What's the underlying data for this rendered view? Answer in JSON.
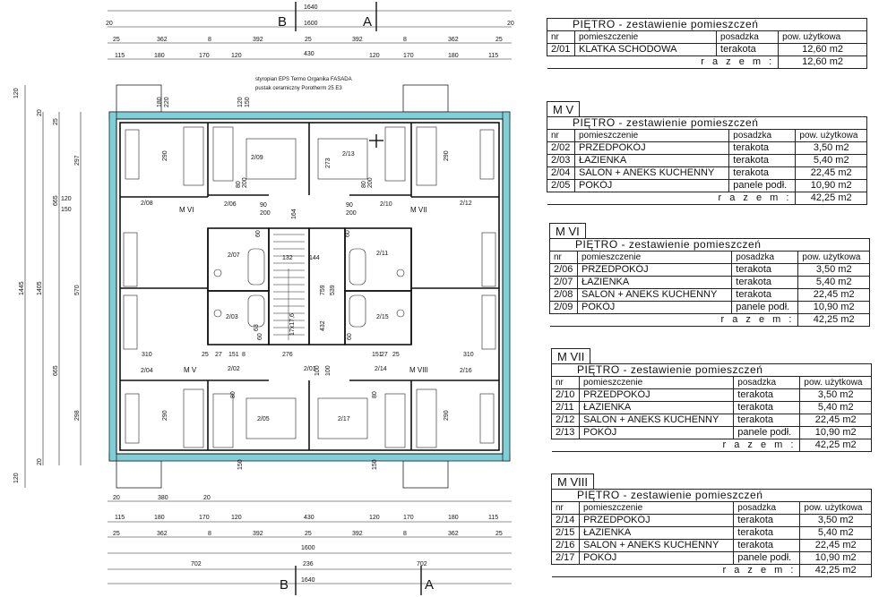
{
  "plan": {
    "section_b": "B",
    "section_a": "A",
    "dims_top": {
      "total_outer": "1640",
      "total_inner": "1600",
      "edge20": "20",
      "row2": [
        "25",
        "362",
        "8",
        "392",
        "25",
        "392",
        "8",
        "362",
        "25"
      ],
      "row3_center": "430",
      "row4": [
        "115",
        "180",
        "170",
        "120",
        "120",
        "170",
        "180",
        "115"
      ]
    },
    "dims_bottom": {
      "row1": [
        "20",
        "380",
        "20"
      ],
      "row2": [
        "115",
        "180",
        "170",
        "120",
        "430",
        "120",
        "170",
        "180",
        "115"
      ],
      "row3": [
        "25",
        "362",
        "8",
        "392",
        "25",
        "392",
        "8",
        "362",
        "25"
      ],
      "total_inner": "1600",
      "row4": [
        "702",
        "236",
        "702"
      ],
      "total_outer": "1640"
    },
    "dims_left": {
      "total_outer": "1445",
      "total_inner": "1405",
      "v120": "120",
      "v20": "20",
      "v25": "25",
      "v297": "297",
      "v665": "665",
      "v120b": "120",
      "v150": "150",
      "v570": "570",
      "v665b": "665",
      "v298": "298",
      "v20b": "20",
      "v120c": "120"
    },
    "notes": [
      "styropian EPS Termo Organika FASADA",
      "pustak ceramiczny Porotherm 25 E3"
    ],
    "stairs_label": "17x17,6",
    "rooms": [
      "2/09",
      "2/13",
      "2/08",
      "2/12",
      "2/06",
      "2/10",
      "2/07",
      "2/11",
      "2/03",
      "2/15",
      "2/04",
      "2/16",
      "2/02",
      "2/01",
      "2/14",
      "2/05",
      "2/17"
    ],
    "apartments": [
      "M VI",
      "M VII",
      "M V",
      "M VIII"
    ],
    "inner_dims": [
      "290",
      "290",
      "273",
      "290",
      "290",
      "164",
      "132",
      "144",
      "759",
      "539",
      "432",
      "63",
      "310",
      "276",
      "310",
      "100",
      "100",
      "25",
      "27",
      "151",
      "8",
      "151",
      "27",
      "25",
      "90",
      "200",
      "90",
      "200",
      "80",
      "200",
      "80",
      "200",
      "180",
      "220",
      "120",
      "150",
      "60",
      "60",
      "60",
      "60",
      "80",
      "80",
      "150",
      "150"
    ]
  },
  "tables": [
    {
      "tag": "",
      "title": "PIĘTRO  - zestawienie pomieszczeń",
      "headers": [
        "nr",
        "pomieszczenie",
        "posadzka",
        "pow. użytkowa"
      ],
      "rows": [
        [
          "2/01",
          "KLATKA  SCHODOWA",
          "terakota",
          "12,60 m2"
        ]
      ],
      "sum_label": "r a z e m :",
      "sum_value": "12,60 m2"
    },
    {
      "tag": "M V",
      "title": "PIĘTRO  - zestawienie pomieszczeń",
      "headers": [
        "nr",
        "pomieszczenie",
        "posadzka",
        "pow. użytkowa"
      ],
      "rows": [
        [
          "2/02",
          "PRZEDPOKÓJ",
          "terakota",
          "3,50 m2"
        ],
        [
          "2/03",
          "ŁAZIENKA",
          "terakota",
          "5,40 m2"
        ],
        [
          "2/04",
          "SALON + ANEKS KUCHENNY",
          "terakota",
          "22,45 m2"
        ],
        [
          "2/05",
          "POKÓJ",
          "panele podł.",
          "10,90 m2"
        ]
      ],
      "sum_label": "r a z e m :",
      "sum_value": "42,25 m2"
    },
    {
      "tag": "M VI",
      "title": "PIĘTRO  - zestawienie pomieszczeń",
      "headers": [
        "nr",
        "pomieszczenie",
        "posadzka",
        "pow. użytkowa"
      ],
      "rows": [
        [
          "2/06",
          "PRZEDPOKÓJ",
          "terakota",
          "3,50 m2"
        ],
        [
          "2/07",
          "ŁAZIENKA",
          "terakota",
          "5,40 m2"
        ],
        [
          "2/08",
          "SALON + ANEKS KUCHENNY",
          "terakota",
          "22,45 m2"
        ],
        [
          "2/09",
          "POKÓJ",
          "panele podł.",
          "10,90 m2"
        ]
      ],
      "sum_label": "r a z e m :",
      "sum_value": "42,25 m2"
    },
    {
      "tag": "M VII",
      "title": "PIĘTRO  - zestawienie pomieszczeń",
      "headers": [
        "nr",
        "pomieszczenie",
        "posadzka",
        "pow. użytkowa"
      ],
      "rows": [
        [
          "2/10",
          "PRZEDPOKÓJ",
          "terakota",
          "3,50 m2"
        ],
        [
          "2/11",
          "ŁAZIENKA",
          "terakota",
          "5,40 m2"
        ],
        [
          "2/12",
          "SALON + ANEKS KUCHENNY",
          "terakota",
          "22,45 m2"
        ],
        [
          "2/13",
          "POKÓJ",
          "panele podł.",
          "10,90 m2"
        ]
      ],
      "sum_label": "r a z e m :",
      "sum_value": "42,25 m2"
    },
    {
      "tag": "M VIII",
      "title": "PIĘTRO  - zestawienie pomieszczeń",
      "headers": [
        "nr",
        "pomieszczenie",
        "posadzka",
        "pow. użytkowa"
      ],
      "rows": [
        [
          "2/14",
          "PRZEDPOKÓJ",
          "terakota",
          "3,50 m2"
        ],
        [
          "2/15",
          "ŁAZIENKA",
          "terakota",
          "5,40 m2"
        ],
        [
          "2/16",
          "SALON + ANEKS KUCHENNY",
          "terakota",
          "22,45 m2"
        ],
        [
          "2/17",
          "POKÓJ",
          "panele podł.",
          "10,90 m2"
        ]
      ],
      "sum_label": "r a z e m :",
      "sum_value": "42,25 m2"
    }
  ]
}
